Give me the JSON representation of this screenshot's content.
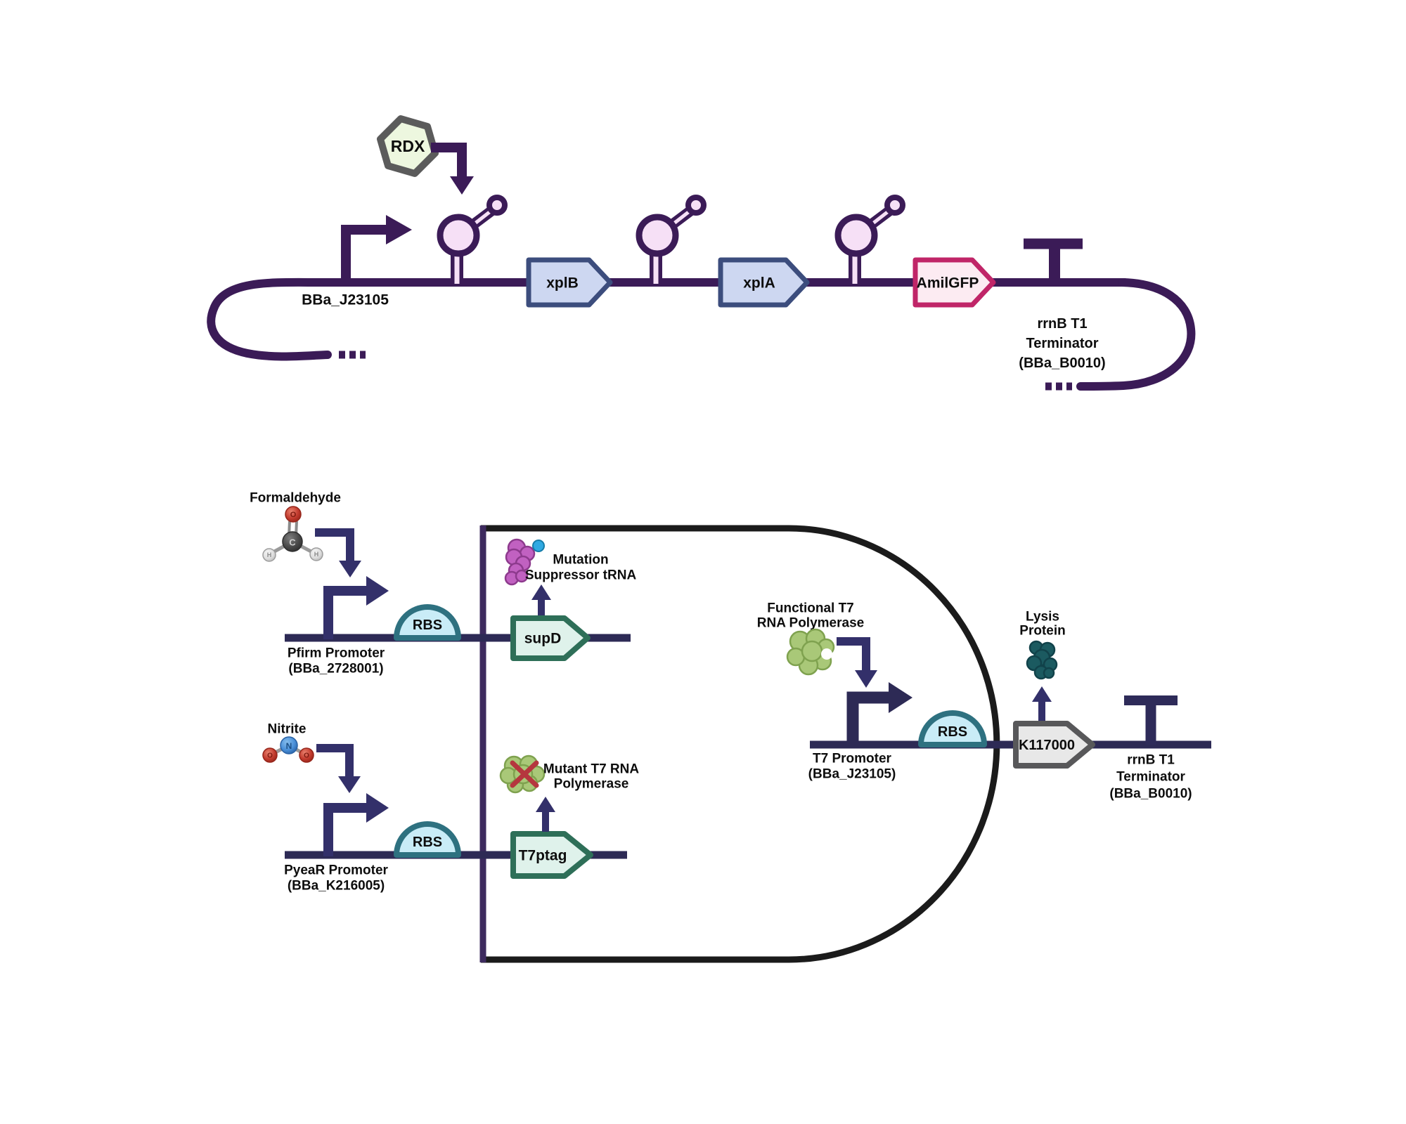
{
  "top_construct": {
    "input_ligand": "RDX",
    "promoter_label": "BBa_J23105",
    "genes": [
      "xplB",
      "xplA",
      "AmilGFP"
    ],
    "terminator_label": [
      "rrnB T1",
      "Terminator",
      "(BBa_B0010)"
    ]
  },
  "kill_switch": {
    "formaldehyde": {
      "label": "Formaldehyde",
      "atoms": {
        "o": "O",
        "c": "C",
        "h_left": "H",
        "h_right": "H"
      }
    },
    "nitrite": {
      "label": "Nitrite",
      "atoms": {
        "n": "N",
        "o_left": "O",
        "o_right": "O"
      }
    },
    "pfirm_promoter": [
      "Pfirm Promoter",
      "(BBa_2728001)"
    ],
    "pyear_promoter": [
      "PyeaR Promoter",
      "(BBa_K216005)"
    ],
    "rbs_label": "RBS",
    "supd_gene": "supD",
    "t7ptag_gene": "T7ptag",
    "mutation_suppressor": [
      "Mutation",
      "Suppressor tRNA"
    ],
    "mutant_t7": [
      "Mutant T7 RNA",
      "Polymerase"
    ],
    "functional_t7": [
      "Functional T7",
      "RNA Polymerase"
    ],
    "t7_promoter": [
      "T7 Promoter",
      "(BBa_J23105)"
    ],
    "lysis_gene": "K117000",
    "lysis_protein": [
      "Lysis",
      "Protein"
    ],
    "terminator_label": [
      "rrnB T1",
      "Terminator",
      "(BBa_B0010)"
    ]
  },
  "icons": {
    "rdx-ligand-icon": "hexagon",
    "riboswitch-icon": "stem-loop hairpin with lollipop",
    "promoter-icon": "bent arrow",
    "terminator-icon": "T-bar",
    "rbs-icon": "half dome",
    "plasmid-ellipsis-icon": "...",
    "formaldehyde-molecule-icon": "ball-and-stick CH2O",
    "nitrite-molecule-icon": "ball-and-stick NO2",
    "suppressor-trna-icon": "purple blob with blue dot",
    "t7-polymerase-icon": "green protein blob",
    "mutant-x-icon": "red X",
    "lysis-protein-icon": "dark teal protein blob"
  },
  "colors": {
    "top_line_purple": "#3b1b57",
    "bottom_line_navy": "#2d2a55",
    "bottom_arrow_navy": "#33306a",
    "cell_outline_black": "#1b1b1b",
    "cell_left_edge_purple": "#3d2a5e",
    "riboswitch_fill": "#f6e0f6",
    "gene_blue_fill": "#cdd7f1",
    "gene_blue_border": "#3c4d7d",
    "amilgfp_fill": "#fcebf2",
    "amilgfp_border": "#c02568",
    "rbs_fill": "#c9ecf7",
    "rbs_border": "#2e7180",
    "mint_gene_fill": "#dff2eb",
    "mint_gene_border": "#2e6f58",
    "k117000_fill": "#e8e8e8",
    "k117000_border": "#58585a",
    "rdx_fill": "#edf7df",
    "rdx_border": "#5b5b5b",
    "trna_purple": "#c161c1",
    "polymerase_green": "#a9c878",
    "lysis_teal": "#1b5a60",
    "red_x": "#b5373e",
    "atom_red": "#c23b2e",
    "atom_blue": "#4a90d9",
    "atom_carbon": "#4a4a4a",
    "atom_hydrogen": "#e3e3e3",
    "blue_dot": "#2fa9e2"
  }
}
